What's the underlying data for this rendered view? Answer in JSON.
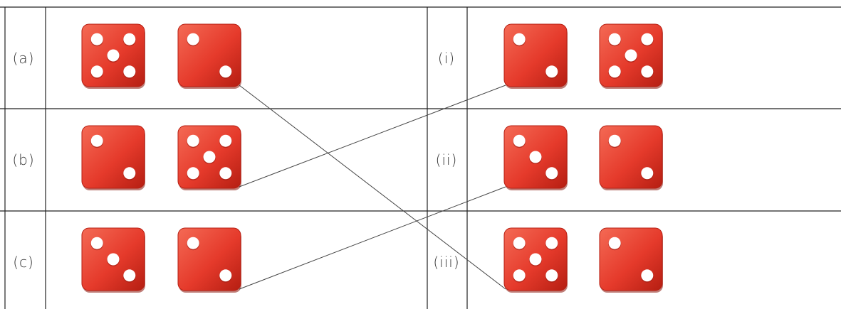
{
  "title": "",
  "colors": {
    "die_face": "#e53a2b",
    "die_light": "#f46a55",
    "die_dark": "#b51e12",
    "pip": "#ffffff",
    "grid": "#222222",
    "connector": "#444444"
  },
  "left_rows": [
    {
      "label": "(a)",
      "dice": [
        5,
        2
      ]
    },
    {
      "label": "(b)",
      "dice": [
        2,
        5
      ]
    },
    {
      "label": "(c)",
      "dice": [
        3,
        2
      ]
    }
  ],
  "right_rows": [
    {
      "label": "(i)",
      "dice": [
        2,
        5
      ]
    },
    {
      "label": "(ii)",
      "dice": [
        3,
        2
      ]
    },
    {
      "label": "(iii)",
      "dice": [
        5,
        2
      ]
    }
  ],
  "matches": [
    {
      "from": "(a)",
      "to": "(iii)"
    },
    {
      "from": "(b)",
      "to": "(i)"
    },
    {
      "from": "(c)",
      "to": "(ii)"
    }
  ]
}
